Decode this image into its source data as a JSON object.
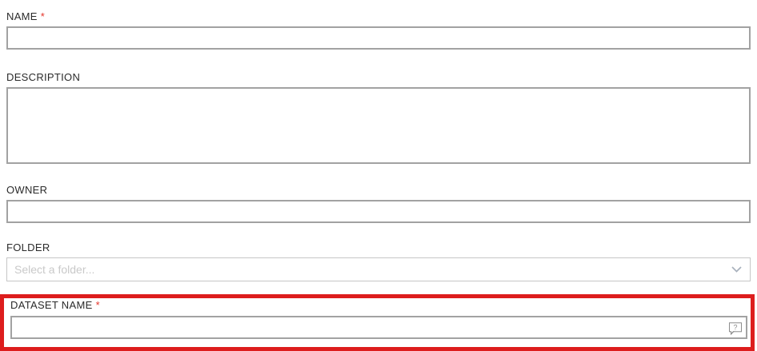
{
  "form": {
    "required_marker": "*",
    "fields": [
      {
        "id": "name",
        "label": "NAME",
        "type": "text",
        "required": true,
        "value": ""
      },
      {
        "id": "description",
        "label": "DESCRIPTION",
        "type": "textarea",
        "required": false,
        "value": ""
      },
      {
        "id": "owner",
        "label": "OWNER",
        "type": "text",
        "required": false,
        "value": ""
      },
      {
        "id": "folder",
        "label": "FOLDER",
        "type": "combobox",
        "required": false,
        "value": "",
        "placeholder": "Select a folder..."
      },
      {
        "id": "dataset_name",
        "label": "DATASET NAME",
        "type": "text",
        "required": true,
        "value": ""
      }
    ],
    "help_icon_glyph": "?"
  },
  "annotation": {
    "shape": "rectangle",
    "target_field": "DATASET NAME"
  },
  "colors": {
    "accent_red": "#dd1d1d",
    "asterisk_red": "#e5352b",
    "input_border": "#a2a2a2",
    "select_border": "#c6c6c6",
    "label_text": "#2b2b2b",
    "placeholder_text": "#c9c9c9",
    "icon_gray": "#8c8c8c",
    "chevron_color": "#a9b2bd"
  }
}
